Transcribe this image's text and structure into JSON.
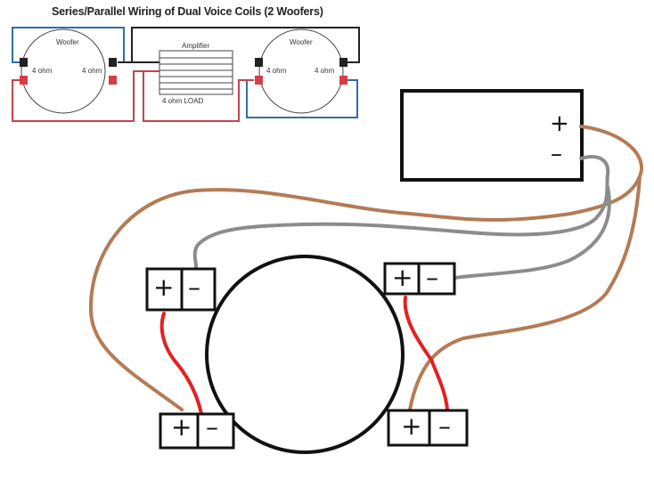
{
  "schematic": {
    "title": "Series/Parallel Wiring of Dual Voice Coils (2 Woofers)",
    "woofer_left_label": "Woofer",
    "woofer_right_label": "Woofer",
    "amplifier_label": "Amplifier",
    "load_label": "4 ohm LOAD",
    "coil_labels": [
      "4 ohm",
      "4 ohm",
      "4 ohm",
      "4 ohm"
    ]
  },
  "sketch": {
    "amp_terminals": [
      "+",
      "–"
    ],
    "coil_terminals": [
      "+",
      "–"
    ]
  },
  "colors": {
    "wire_blue": "#2e6ea8",
    "wire_red": "#c7414b",
    "wire_black": "#222222",
    "wire_brown": "#b47b55",
    "wire_gray": "#8c8c8c",
    "wire_bright_red": "#e32121"
  }
}
